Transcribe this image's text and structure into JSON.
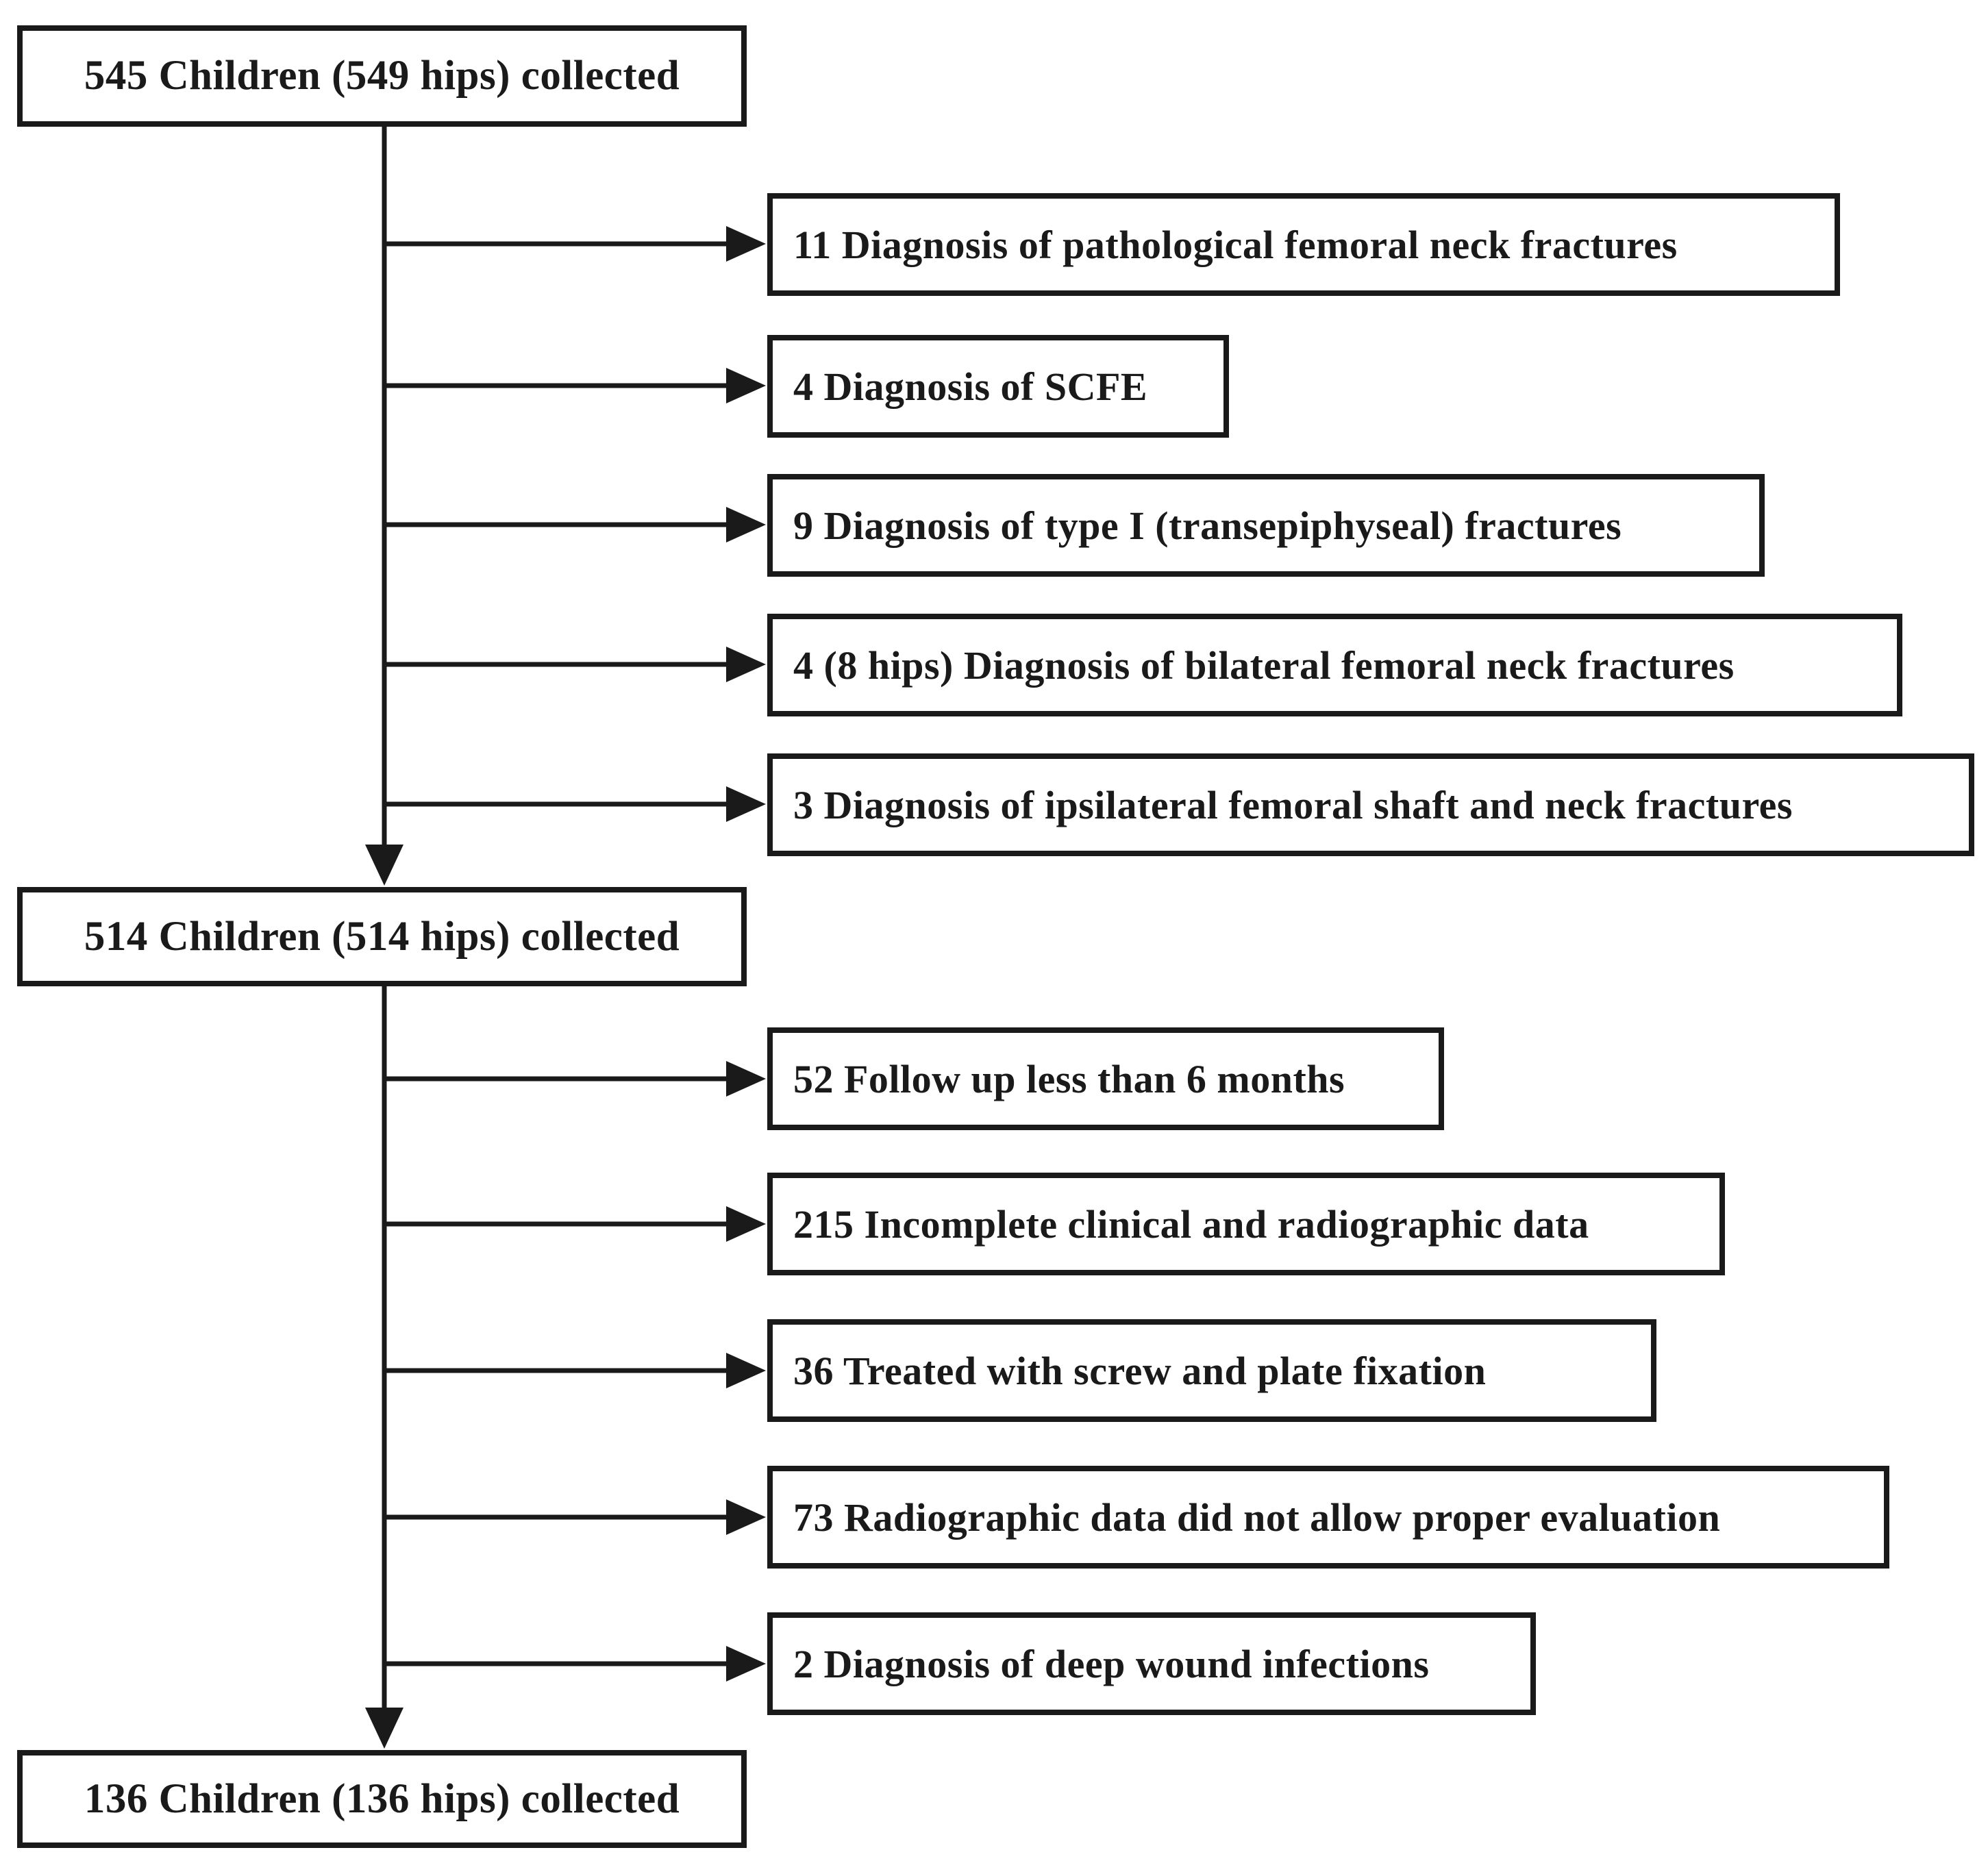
{
  "figure": {
    "type": "patient-selection-flowchart",
    "nodes": {
      "initial": "545 Children (549 hips) collected",
      "intermediate": "514 Children (514 hips) collected",
      "final": "136 Children (136 hips) collected"
    },
    "stage1_exclusions": [
      "11 Diagnosis of pathological femoral neck fractures",
      "4 Diagnosis of SCFE",
      "9 Diagnosis of type I (transepiphyseal) fractures",
      "4 (8 hips) Diagnosis of bilateral femoral neck fractures",
      "3 Diagnosis of ipsilateral femoral shaft and neck fractures"
    ],
    "stage2_exclusions": [
      "52 Follow up less than 6 months",
      "215 Incomplete clinical and radiographic data",
      "36 Treated with screw and plate fixation",
      "73 Radiographic data did not allow proper evaluation",
      "2 Diagnosis of deep wound infections"
    ],
    "colors": {
      "stroke": "#1a1a1a",
      "text": "#1a1a1a",
      "background": "#ffffff"
    }
  }
}
